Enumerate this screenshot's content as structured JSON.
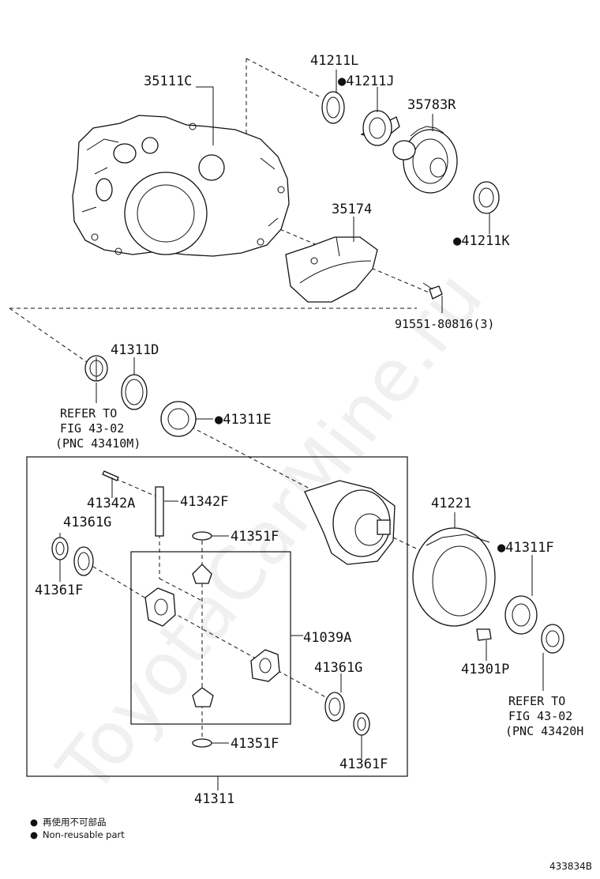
{
  "watermark": "ToyotaCarMine.ru",
  "figure_number": "433834B",
  "legend": {
    "marker": "●",
    "line1": "再使用不可部品",
    "line2": "Non-reusable part"
  },
  "labels": {
    "p35111C": "35111C",
    "p41211L": "41211L",
    "p41211J": "●41211J",
    "p35783R": "35783R",
    "p35174": "35174",
    "p41211K": "●41211K",
    "p91551": "91551-80816(3)",
    "p41311D": "41311D",
    "refer1_l1": "REFER TO",
    "refer1_l2": "FIG 43-02",
    "refer1_l3": "(PNC 43410M)",
    "p41311E": "●41311E",
    "p41342A": "41342A",
    "p41342F": "41342F",
    "p41361G_top": "41361G",
    "p41351F_top": "41351F",
    "p41361F_left": "41361F",
    "p41039A": "41039A",
    "p41361G_bot": "41361G",
    "p41351F_bot": "41351F",
    "p41361F_bot": "41361F",
    "p41311": "41311",
    "p41221": "41221",
    "p41311F": "●41311F",
    "p41301P": "41301P",
    "refer2_l1": "REFER TO",
    "refer2_l2": "FIG 43-02",
    "refer2_l3": "(PNC 43420H"
  }
}
